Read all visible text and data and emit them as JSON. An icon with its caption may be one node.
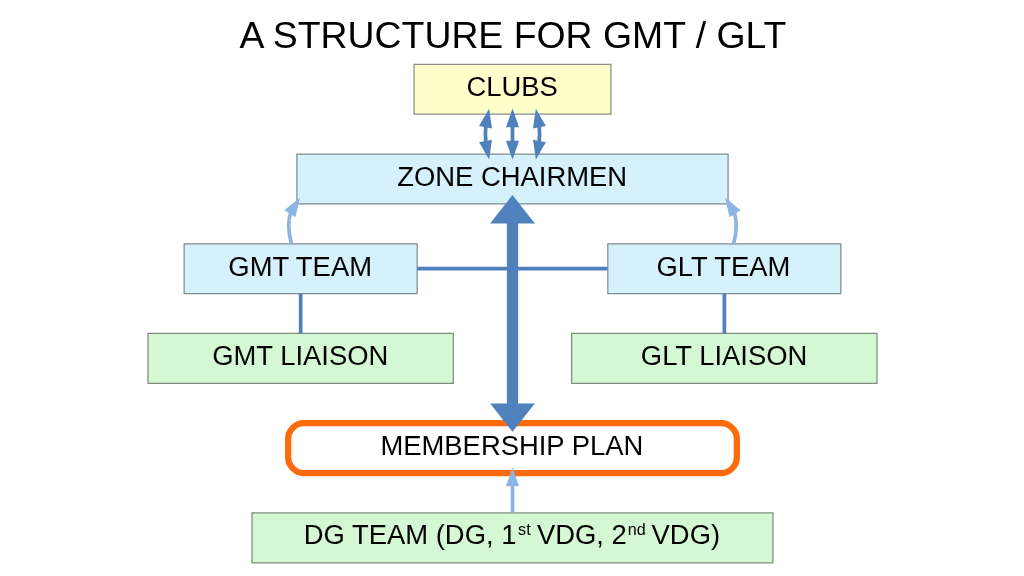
{
  "diagram": {
    "title": "A STRUCTURE FOR GMT / GLT",
    "nodes": [
      {
        "text": [
          "CLUBS"
        ]
      },
      {
        "text": [
          "ZONE CHAIRMEN"
        ]
      },
      {
        "text": [
          "GMT TEAM"
        ]
      },
      {
        "text": [
          "GLT TEAM"
        ]
      },
      {
        "text": [
          "GMT LIAISON"
        ]
      },
      {
        "text": [
          "GLT LIAISON"
        ]
      },
      {
        "text": [
          "MEMBERSHIP PLAN"
        ]
      },
      {
        "text": [
          "DG TEAM (DG, 1$^{st}$ VDG, 2$^{nd}$ VDG)"
        ]
      }
    ],
    "edges": [
      {
        "from": 1,
        "to": 0,
        "arrow": "both"
      },
      {
        "from": 1,
        "to": 0,
        "arrow": "both"
      },
      {
        "from": 1,
        "to": 0,
        "arrow": "both"
      },
      {
        "from": 2,
        "to": 1,
        "arrow": "to",
        "color": "#8db4e2"
      },
      {
        "from": 6,
        "to": 1,
        "arrow": "both",
        "style": "thick"
      },
      {
        "from": 3,
        "to": 1,
        "arrow": "to",
        "color": "#8db4e2"
      },
      {
        "from": 2,
        "to": 3,
        "arrow": "none"
      },
      {
        "from": 4,
        "to": 2,
        "arrow": "none"
      },
      {
        "from": 5,
        "to": 3,
        "arrow": "none"
      },
      {
        "from": 7,
        "to": 6,
        "arrow": "to",
        "color": "#8db4e2"
      }
    ]
  }
}
